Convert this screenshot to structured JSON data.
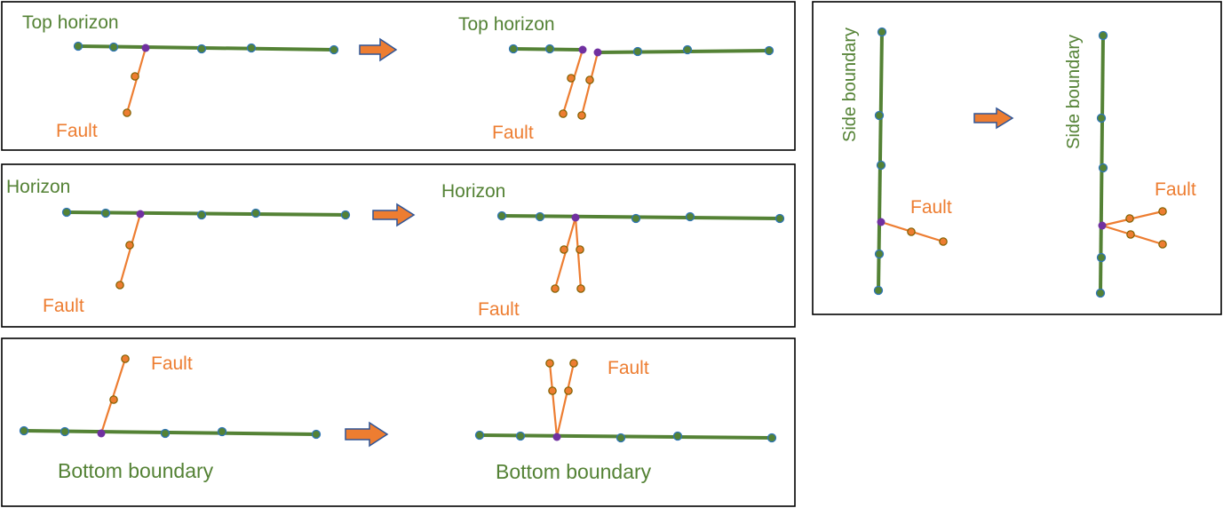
{
  "colors": {
    "horizon_line": "#548235",
    "horizon_text": "#548235",
    "fault_line": "#ED7D31",
    "fault_text": "#ED7D31",
    "intersection_node": "#7030A0",
    "horizon_node_fill": "#548235",
    "horizon_node_stroke": "#2E75B6",
    "fault_node_fill": "#ED7D31",
    "fault_node_stroke": "#7F6000",
    "arrow_fill": "#ED7D31",
    "arrow_stroke": "#2F5597",
    "panel_border": "#000000"
  },
  "panels": {
    "top_horizon": {
      "before_horizon_label": "Top horizon",
      "before_fault_label": "Fault",
      "after_horizon_label": "Top horizon",
      "after_fault_label": "Fault"
    },
    "horizon": {
      "before_horizon_label": "Horizon",
      "before_fault_label": "Fault",
      "after_horizon_label": "Horizon",
      "after_fault_label": "Fault"
    },
    "bottom_boundary": {
      "before_fault_label": "Fault",
      "before_boundary_label": "Bottom boundary",
      "after_fault_label": "Fault",
      "after_boundary_label": "Bottom boundary"
    },
    "side_boundary": {
      "before_boundary_label": "Side boundary",
      "before_fault_label": "Fault",
      "after_boundary_label": "Side boundary",
      "after_fault_label": "Fault"
    }
  },
  "icons": {
    "transition_arrow": "right-arrow-icon"
  }
}
